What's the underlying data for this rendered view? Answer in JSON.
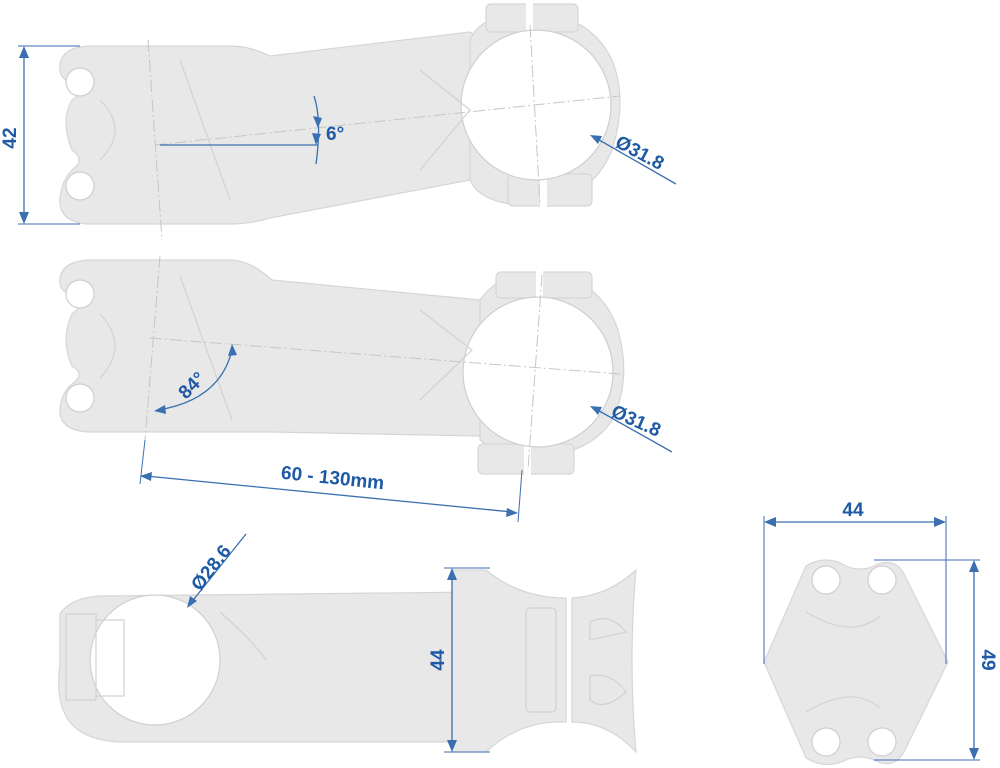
{
  "dimensions": {
    "side_height": "42",
    "rise_angle": "6°",
    "clamp_diameter_top": "Ø31.8",
    "stem_angle": "84°",
    "clamp_diameter_middle": "Ø31.8",
    "length_range": "60 - 130mm",
    "steerer_diameter": "Ø28.6",
    "clamp_width": "44",
    "faceplate_width": "44",
    "faceplate_height": "49"
  },
  "colors": {
    "dimension_lines": "#3a6fb0",
    "dimension_text": "#1e5aa5",
    "part_fill": "#e8e8e8"
  }
}
